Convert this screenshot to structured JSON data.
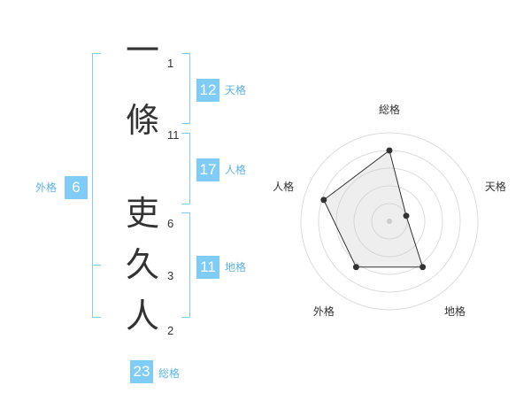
{
  "name": {
    "characters": [
      {
        "char": "一",
        "strokes": "1"
      },
      {
        "char": "條",
        "strokes": "11"
      },
      {
        "char": "吏",
        "strokes": "6"
      },
      {
        "char": "久",
        "strokes": "3"
      },
      {
        "char": "人",
        "strokes": "2"
      }
    ]
  },
  "kaku": {
    "tenkaku": {
      "value": "12",
      "label": "天格"
    },
    "jinkaku": {
      "value": "17",
      "label": "人格"
    },
    "chikaku": {
      "value": "11",
      "label": "地格"
    },
    "gaikaku": {
      "value": "6",
      "label": "外格"
    },
    "soukaku": {
      "value": "23",
      "label": "総格"
    }
  },
  "colors": {
    "accent": "#7fcdf7",
    "label": "#5cb4e6",
    "text": "#333333",
    "radar_fill": "#f0f0f0"
  },
  "chart_data": {
    "type": "radar",
    "axes": [
      "総格",
      "天格",
      "地格",
      "外格",
      "人格"
    ],
    "values": [
      4,
      1,
      3.2,
      3.2,
      3.9
    ],
    "max": 5,
    "rings": 5
  }
}
